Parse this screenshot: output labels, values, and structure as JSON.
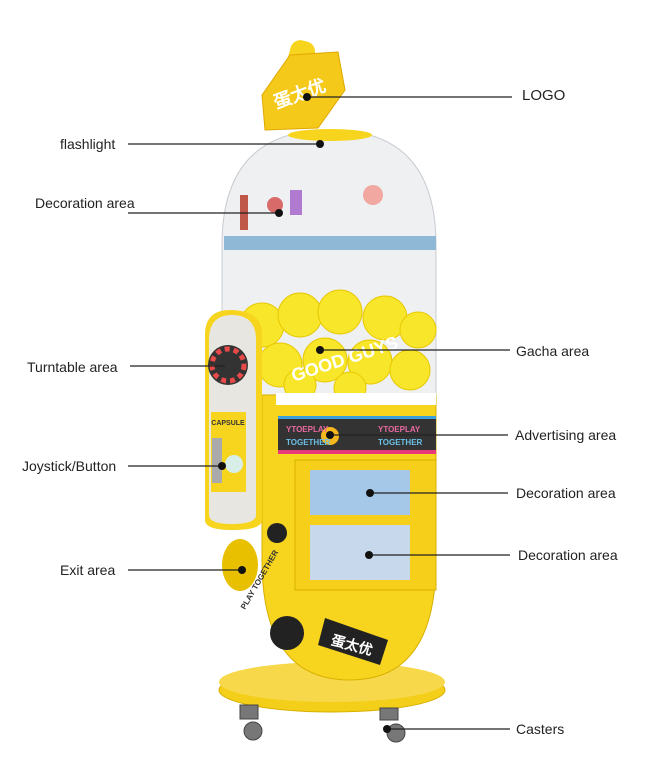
{
  "labels": {
    "logo": "LOGO",
    "flashlight": "flashlight",
    "decoration_top": "Decoration area",
    "turntable": "Turntable area",
    "joystick": "Joystick/Button",
    "exit": "Exit area",
    "gacha": "Gacha area",
    "advertising": "Advertising area",
    "decoration_middle": "Decoration area",
    "decoration_bottom": "Decoration area",
    "casters": "Casters"
  },
  "machine_text": {
    "logo_sign": "蛋太优",
    "dome_text": "GOOD GUYS",
    "capsule_panel": "CAPSULE",
    "banner_left": "YTOEPLAY TOGETHER",
    "banner_right": "YTOEPLAY TOGETHER",
    "exit_ring": "PLAY TOGETHER",
    "body_logo": "蛋太优"
  },
  "colors": {
    "machine_yellow": "#f7d51e",
    "panel_grey": "#e8e6e0",
    "line": "#222222"
  }
}
